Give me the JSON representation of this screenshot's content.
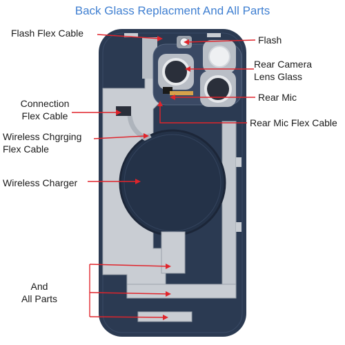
{
  "title": "Back Glass Replacment And All Parts",
  "labels": {
    "flash_flex_cable": "Flash Flex Cable",
    "flash": "Flash",
    "rear_camera_line1": "Rear Camera",
    "rear_camera_line2": "Lens Glass",
    "rear_mic": "Rear Mic",
    "rear_mic_flex_cable": "Rear Mic Flex Cable",
    "connection_line1": "Connection",
    "connection_line2": "Flex Cable",
    "wireless_chg_line1": "Wireless Chgrging",
    "wireless_chg_line2": "Flex Cable",
    "wireless_charger": "Wireless Charger",
    "and_all_line1": "And",
    "and_all_line2": "All Parts"
  },
  "colors": {
    "title": "#3f7fd1",
    "pointer": "#e0242b",
    "glass": "#2b3a52",
    "metal": "#c9cdd3",
    "magnet_ring": "#1c2638"
  }
}
